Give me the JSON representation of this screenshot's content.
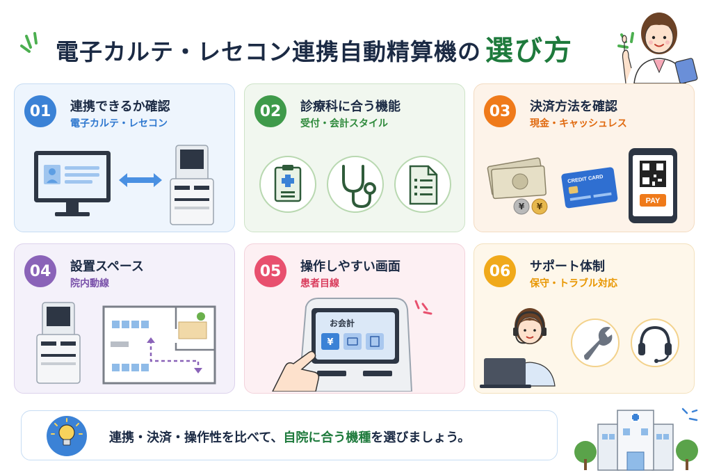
{
  "title": {
    "main": "電子カルテ・レセコン連携自動精算機の",
    "accent": "選び方"
  },
  "cards": [
    {
      "num": "01",
      "heading": "連携できるか確認",
      "sub": "電子カルテ・レセコン",
      "color": "#3b82d6"
    },
    {
      "num": "02",
      "heading": "診療科に合う機能",
      "sub": "受付・会計スタイル",
      "color": "#3f9a4a"
    },
    {
      "num": "03",
      "heading": "決済方法を確認",
      "sub": "現金・キャッシュレス",
      "color": "#ef7a1a"
    },
    {
      "num": "04",
      "heading": "設置スペース",
      "sub": "院内動線",
      "color": "#8a63b8"
    },
    {
      "num": "05",
      "heading": "操作しやすい画面",
      "sub": "患者目線",
      "color": "#e8506e"
    },
    {
      "num": "06",
      "heading": "サポート体制",
      "sub": "保守・トラブル対応",
      "color": "#f0a91a"
    }
  ],
  "card3": {
    "credit_label": "CREDIT CARD",
    "pay_label": "PAY",
    "coin_symbol": "¥"
  },
  "card5": {
    "screen_title": "お会計",
    "yen_symbol": "¥"
  },
  "bottom": {
    "part1": "連携・決済・操作性を比べて、",
    "part2": "自院に合う機種",
    "part3": "を選びましょう。"
  },
  "icons": [
    "clipboard-icon",
    "stethoscope-icon",
    "document-icon",
    "wrench-icon",
    "headset-icon",
    "lightbulb-icon"
  ]
}
